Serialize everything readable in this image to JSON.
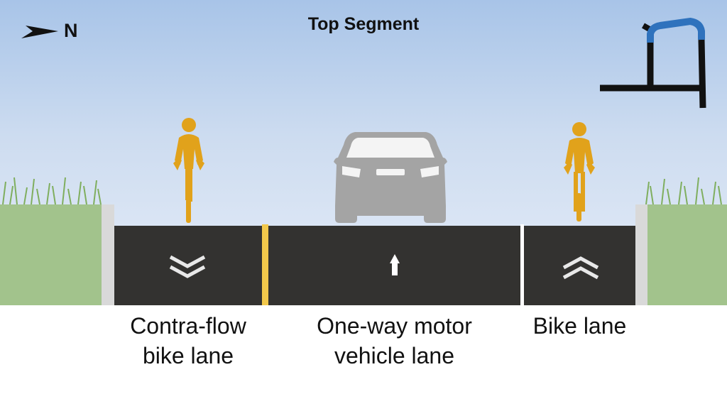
{
  "title": "Top Segment",
  "north_label": "N",
  "colors": {
    "asphalt": "#333230",
    "grass": "#a2c38c",
    "curb": "#d9d9d9",
    "center_line": "#f2c84b",
    "cyclist": "#e1a21b",
    "car": "#a4a4a4",
    "highlight_route": "#2f72bd"
  },
  "lanes": [
    {
      "label": "Contra-flow\nbike lane",
      "marking": "chevron-down-icon"
    },
    {
      "label": "One-way motor\nvehicle lane",
      "marking": "arrow-up-icon"
    },
    {
      "label": "Bike lane",
      "marking": "chevron-up-icon"
    }
  ]
}
